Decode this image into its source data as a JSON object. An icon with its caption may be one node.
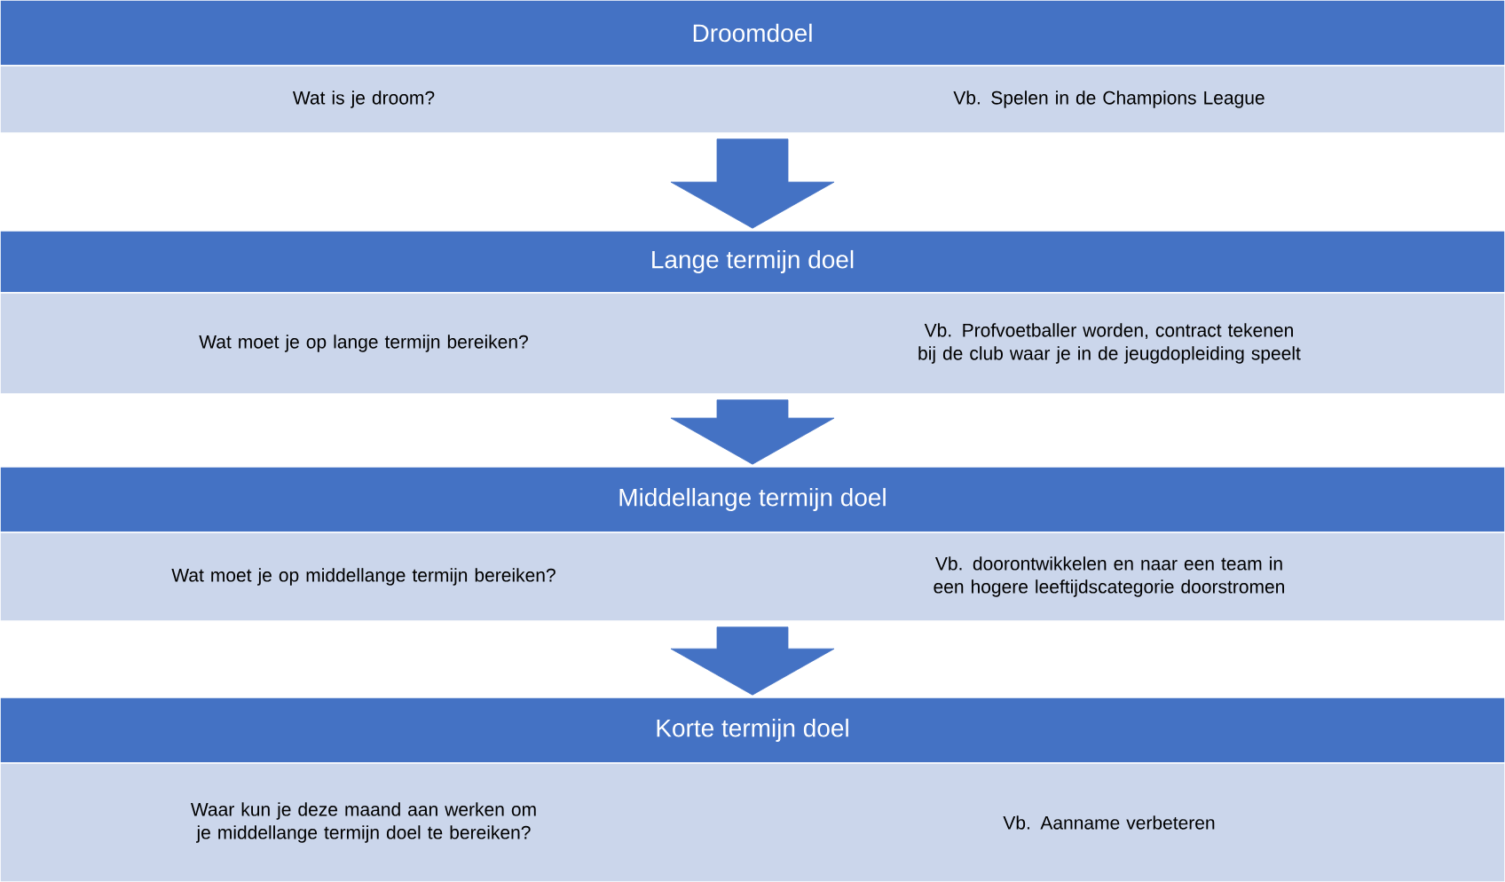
{
  "diagram": {
    "nodes": [
      {
        "text": [
          "Droomdoel"
        ]
      },
      {
        "text": [
          "Wat is je droom?",
          "Vb. Spelen in de Champions League"
        ]
      },
      {
        "text": [
          "Lange termijn doel"
        ]
      },
      {
        "text": [
          "Wat moet je op lange termijn bereiken?",
          "Vb. Profvoetballer worden, contract tekenen bij de club waar je in de jeugdopleiding speelt"
        ]
      },
      {
        "text": [
          "Middellange termijn doel"
        ]
      },
      {
        "text": [
          "Wat moet je op middellange termijn bereiken?",
          "Vb. doorontwikkelen en naar een team in een hogere leeftijdscategorie doorstromen"
        ]
      },
      {
        "text": [
          "Korte termijn doel"
        ]
      },
      {
        "text": [
          "Waar kun je deze maand aan werken om je middellange termijn doel te bereiken?",
          "Vb. Aanname verbeteren"
        ]
      }
    ],
    "edges": [
      {
        "from": 1,
        "to": 2,
        "arrow": "to"
      },
      {
        "from": 3,
        "to": 4,
        "arrow": "to"
      },
      {
        "from": 5,
        "to": 6,
        "arrow": "to"
      }
    ]
  }
}
